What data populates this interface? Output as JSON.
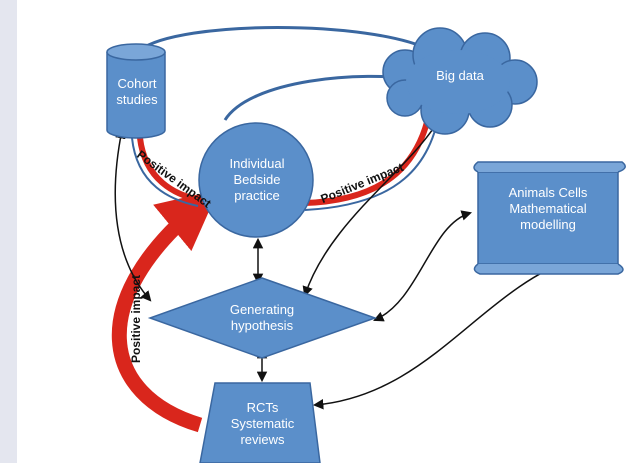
{
  "nodes": {
    "cohort": "Cohort studies",
    "big_data": "Big data",
    "bedside": "Individual Bedside practice",
    "animals": "Animals Cells Mathematical modelling",
    "hypothesis": "Generating hypothesis",
    "rcts": "RCTs Systematic reviews"
  },
  "impact_labels": {
    "left": "Positive impact",
    "right": "Positive impact",
    "vertical": "Positive impact"
  },
  "colors": {
    "node_fill": "#5b8fca",
    "node_stroke": "#3a67a0",
    "impact_arrow": "#d9261c",
    "connector": "#111111"
  }
}
